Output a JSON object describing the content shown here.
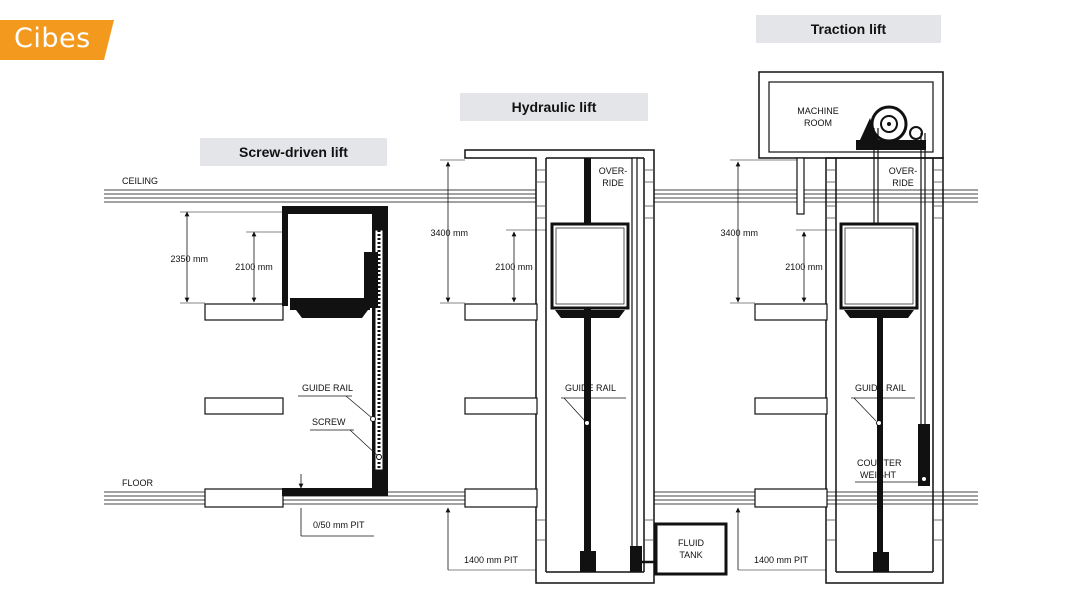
{
  "brand": {
    "logo_text": "Cibes",
    "accent_color": "#f39a1e"
  },
  "titles": {
    "screw": "Screw-driven lift",
    "hydraulic": "Hydraulic lift",
    "traction": "Traction lift"
  },
  "labels": {
    "ceiling": "CEILING",
    "floor": "FLOOR",
    "screw_height": "2350 mm",
    "screw_door": "2100 mm",
    "screw_guide_rail": "GUIDE RAIL",
    "screw_screw": "SCREW",
    "screw_pit": "0/50 mm  PIT",
    "hyd_height": "3400 mm",
    "hyd_door": "2100 mm",
    "hyd_override_1": "OVER-",
    "hyd_override_2": "RIDE",
    "hyd_guide_rail": "GUIDE RAIL",
    "hyd_fluid_1": "FLUID",
    "hyd_fluid_2": "TANK",
    "hyd_pit": "1400 mm  PIT",
    "tr_machine_1": "MACHINE",
    "tr_machine_2": "ROOM",
    "tr_override_1": "OVER-",
    "tr_override_2": "RIDE",
    "tr_height": "3400 mm",
    "tr_door": "2100 mm",
    "tr_guide_rail": "GUIDE RAIL",
    "tr_counter_1": "COUNTER",
    "tr_counter_2": "WEIGHT",
    "tr_pit": "1400 mm  PIT"
  }
}
